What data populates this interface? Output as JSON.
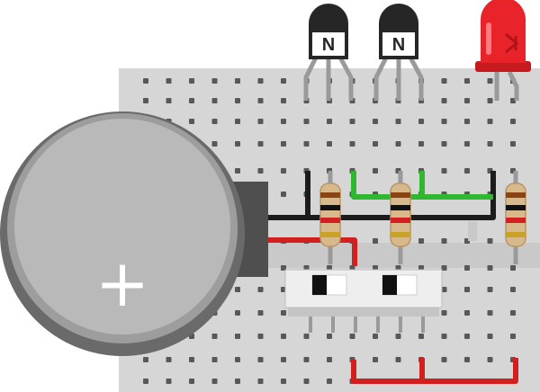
{
  "colors": {
    "breadboard": "#d6d6d6",
    "hole": "#585858",
    "wire_black": "#1c1c1c",
    "wire_green": "#2fb82f",
    "wire_red": "#d21f1f",
    "lead": "#9a9a9a",
    "led": "#e8242a",
    "battery_rim": "#6a6a6a",
    "battery_face": "#b9b9b9",
    "transistor": "#262626"
  },
  "components": {
    "transistor_1": {
      "marking": "N"
    },
    "transistor_2": {
      "marking": "N"
    },
    "led": {
      "color": "red"
    },
    "battery": {
      "polarity_mark": "+"
    },
    "resistor_count": 3,
    "switch_count": 2
  }
}
